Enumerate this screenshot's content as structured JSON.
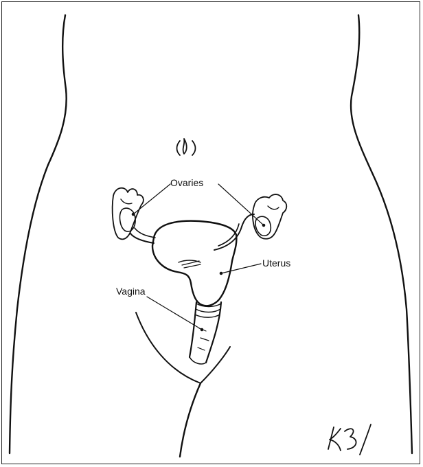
{
  "labels": {
    "ovaries": "Ovaries",
    "uterus": "Uterus",
    "vagina": "Vagina"
  },
  "colors": {
    "stroke": "#111111",
    "background": "#ffffff",
    "border": "#222222"
  }
}
